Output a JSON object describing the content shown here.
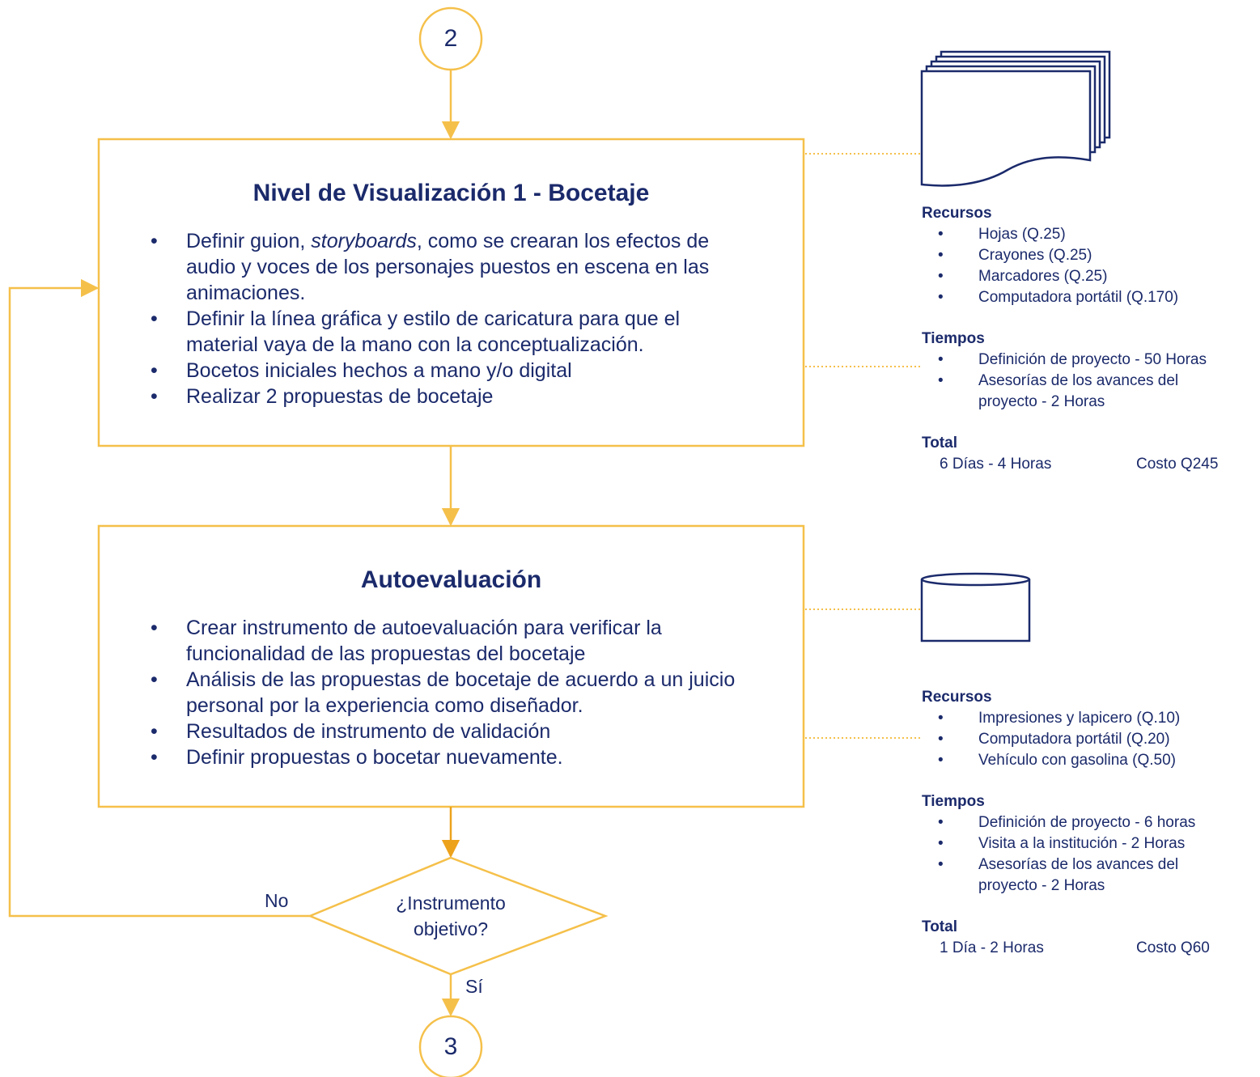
{
  "colors": {
    "line": "#f5c04a",
    "text": "#1b2a6b",
    "arrow": "#eda21c",
    "icon": "#1b2a6b"
  },
  "start_connector": "2",
  "end_connector": "3",
  "step1": {
    "title": "Nivel de Visualización 1 - Bocetaje",
    "bullets": [
      {
        "pre": "Definir guion, ",
        "em": "storyboards",
        "post": ", como se crearan los efectos de audio y voces de los personajes puestos en escena en las animaciones."
      },
      {
        "text": "Definir la línea gráfica y estilo de caricatura para que el material vaya de la mano con la conceptualización."
      },
      {
        "text": "Bocetos iniciales hechos a mano y/o digital"
      },
      {
        "text": "Realizar 2 propuestas de bocetaje"
      }
    ],
    "icon": "multiple-documents-icon",
    "recursos_heading": "Recursos",
    "recursos": [
      "Hojas (Q.25)",
      "Crayones (Q.25)",
      "Marcadores (Q.25)",
      "Computadora portátil (Q.170)"
    ],
    "tiempos_heading": "Tiempos",
    "tiempos": [
      "Definición de proyecto - 50 Horas",
      "Asesorías de los avances del proyecto - 2 Horas"
    ],
    "total_heading": "Total",
    "total_duration": "6 Días  - 4 Horas",
    "total_cost": "Costo   Q245"
  },
  "step2": {
    "title": "Autoevaluación",
    "bullets": [
      {
        "text": "Crear instrumento de autoevaluación para verificar la funcionalidad de las propuestas del bocetaje"
      },
      {
        "text": "Análisis de las propuestas de bocetaje de acuerdo a un juicio personal por la experiencia como diseñador."
      },
      {
        "text": "Resultados de instrumento de validación"
      },
      {
        "text": "Definir propuestas o bocetar nuevamente."
      }
    ],
    "icon": "database-icon",
    "recursos_heading": "Recursos",
    "recursos": [
      "Impresiones y lapicero (Q.10)",
      "Computadora portátil (Q.20)",
      "Vehículo con gasolina (Q.50)"
    ],
    "tiempos_heading": "Tiempos",
    "tiempos": [
      "Definición de proyecto - 6 horas",
      "Visita a la institución - 2 Horas",
      "Asesorías de los avances del proyecto - 2 Horas"
    ],
    "total_heading": "Total",
    "total_duration": "1 Día - 2 Horas",
    "total_cost": "Costo   Q60"
  },
  "decision": {
    "line1": "¿Instrumento",
    "line2": "objetivo?",
    "no_label": "No",
    "yes_label": "Sí"
  }
}
